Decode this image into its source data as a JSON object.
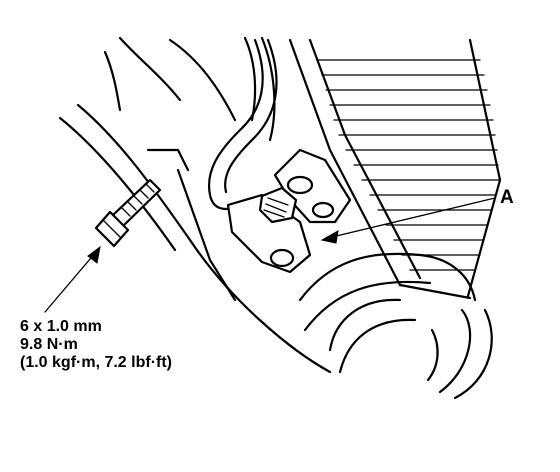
{
  "callout": {
    "label": "A"
  },
  "bolt_spec": {
    "size": "6 x 1.0 mm",
    "torque_nm": "9.8 N·m",
    "torque_alt": "(1.0 kgf·m, 7.2 lbf·ft)"
  }
}
